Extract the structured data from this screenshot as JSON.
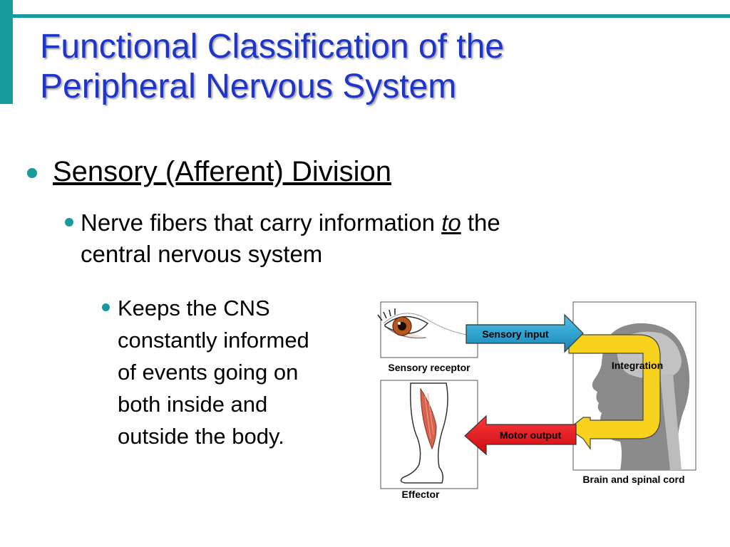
{
  "slide": {
    "title_lines": [
      "Functional Classification of the",
      "Peripheral Nervous System"
    ],
    "bullet1": "Sensory (Afferent) Division",
    "bullet2": {
      "line1_before": "Nerve fibers that carry information ",
      "line1_em": "to",
      "line1_after": " the",
      "line2": "central nervous system"
    },
    "bullet3_lines": [
      "Keeps the CNS",
      "constantly informed",
      "of events going on",
      "both inside and",
      "outside the body."
    ]
  },
  "diagram": {
    "sensory_receptor": "Sensory receptor",
    "sensory_input": "Sensory input",
    "integration": "Integration",
    "motor_output": "Motor output",
    "effector": "Effector",
    "brain_spinal_cord": "Brain and spinal cord"
  },
  "colors": {
    "accent": "#189a9c",
    "title": "#1f35c8",
    "sensory_arrow": "#2a9fd0",
    "motor_arrow": "#e8141a",
    "integration": "#f7d21c"
  }
}
